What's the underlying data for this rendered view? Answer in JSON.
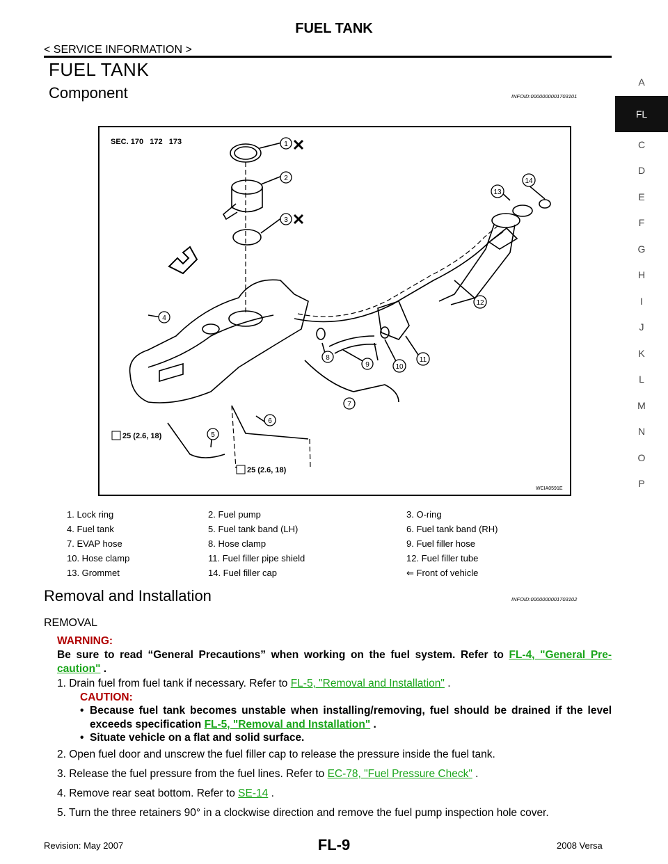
{
  "header": {
    "title": "FUEL TANK",
    "subtitle": "< SERVICE INFORMATION >"
  },
  "section_title": "FUEL TANK",
  "component": {
    "heading": "Component",
    "infoid": "INFOID:0000000001703101"
  },
  "figure": {
    "sec_label": "SEC. 170   172   173",
    "code": "WCIA0591E",
    "torque1": "25 (2.6, 18)",
    "torque2": "25 (2.6, 18)",
    "callouts": [
      "1",
      "2",
      "3",
      "4",
      "5",
      "6",
      "7",
      "8",
      "9",
      "10",
      "11",
      "12",
      "13",
      "14"
    ]
  },
  "legend": [
    [
      "1.    Lock ring",
      "2.    Fuel pump",
      "3.    O-ring"
    ],
    [
      "4.    Fuel tank",
      "5.    Fuel tank band (LH)",
      "6.    Fuel tank band (RH)"
    ],
    [
      "7.    EVAP hose",
      "8.    Hose clamp",
      "9.    Fuel filler hose"
    ],
    [
      "10.  Hose clamp",
      "11.  Fuel filler pipe shield",
      "12.  Fuel filler tube"
    ],
    [
      "13.  Grommet",
      "14.  Fuel filler cap",
      "⇐       Front of vehicle"
    ]
  ],
  "removal": {
    "heading": "Removal and Installation",
    "infoid": "INFOID:0000000001703102",
    "sub": "REMOVAL",
    "warning_label": "WARNING:",
    "warning_text": "Be sure to read “General Precautions” when working on the fuel system. Refer to ",
    "warning_link": "FL-4, \"General Pre-caution\"",
    "steps": {
      "s1_text": "1.  Drain fuel from fuel tank if necessary. Refer to ",
      "s1_link": "FL-5, \"Removal and Installation\"",
      "caution_label": "CAUTION:",
      "c1_text": "Because fuel tank becomes unstable when installing/removing, fuel should be drained if the level exceeds specification ",
      "c1_link": "FL-5, \"Removal and Installation\"",
      "c2_text": "Situate vehicle on a flat and solid surface.",
      "s2": "2.  Open fuel door and unscrew the fuel filler cap to release the pressure inside the fuel tank.",
      "s3_text": "3.  Release the fuel pressure from the fuel lines. Refer to ",
      "s3_link": "EC-78, \"Fuel Pressure Check\"",
      "s4_text": "4.  Remove rear seat bottom. Refer to ",
      "s4_link": "SE-14",
      "s5": "5.  Turn the three retainers 90° in a clockwise direction and remove the fuel pump inspection hole cover."
    }
  },
  "side_index": [
    "A",
    "FL",
    "C",
    "D",
    "E",
    "F",
    "G",
    "H",
    "I",
    "J",
    "K",
    "L",
    "M",
    "N",
    "O",
    "P"
  ],
  "footer": {
    "revision": "Revision: May 2007",
    "page": "FL-9",
    "model": "2008 Versa"
  }
}
